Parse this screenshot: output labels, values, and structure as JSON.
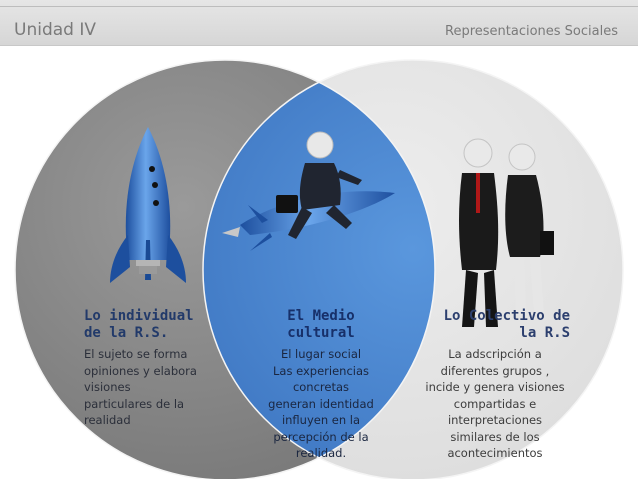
{
  "header": {
    "left_title": "Unidad IV",
    "right_title": "Representaciones Sociales"
  },
  "sections": {
    "individual": {
      "title": "Lo individual de la R.S.",
      "body": [
        "El sujeto se forma",
        "opiniones y elabora",
        "visiones",
        "particulares de la",
        "realidad"
      ]
    },
    "cultural": {
      "title": "El Medio cultural",
      "body": [
        "El lugar social",
        "Las experiencias",
        "concretas",
        "generan identidad",
        "influyen en la",
        "percepción de la",
        "realidad."
      ]
    },
    "colectivo": {
      "title": "Lo Colectivo de la R.S",
      "body": [
        "La adscripción a",
        "diferentes grupos ,",
        "incide y genera visiones",
        "compartidas e",
        "interpretaciones",
        "similares de los",
        "acontecimientos"
      ]
    }
  },
  "icons": [
    "rocket-icon",
    "person-riding-rocket-icon",
    "couple-figures-icon"
  ],
  "colors": {
    "left_circle": "#8a8a8a",
    "right_circle": "#e6e6e6",
    "overlap": "#4a86cf",
    "rocket": "#2f6bc1"
  }
}
